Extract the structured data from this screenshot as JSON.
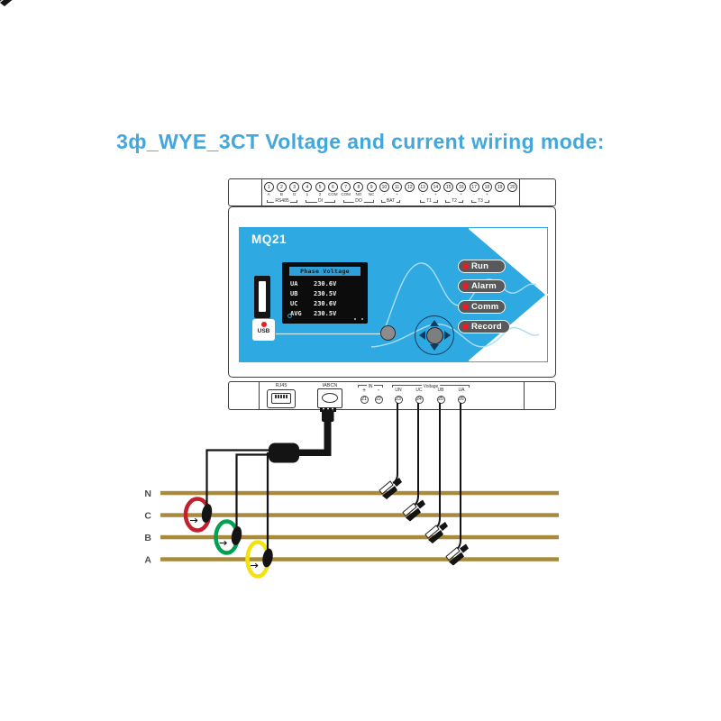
{
  "title": "3ф_WYE_3CT Voltage and current wiring mode:",
  "device": {
    "model": "MQ21",
    "top_strip": {
      "terminals": [
        {
          "n": "1",
          "pin": "A"
        },
        {
          "n": "2",
          "pin": "B"
        },
        {
          "n": "3",
          "pin": "G"
        },
        {
          "n": "4",
          "pin": "1"
        },
        {
          "n": "5",
          "pin": "2"
        },
        {
          "n": "6",
          "pin": "COM"
        },
        {
          "n": "7",
          "pin": "COM"
        },
        {
          "n": "8",
          "pin": "NO"
        },
        {
          "n": "9",
          "pin": "NC"
        },
        {
          "n": "10",
          "pin": "-"
        },
        {
          "n": "11",
          "pin": "+"
        },
        {
          "n": "12",
          "pin": ""
        },
        {
          "n": "13",
          "pin": "-"
        },
        {
          "n": "14",
          "pin": "+"
        },
        {
          "n": "15",
          "pin": "-"
        },
        {
          "n": "16",
          "pin": "+"
        },
        {
          "n": "17",
          "pin": "-"
        },
        {
          "n": "18",
          "pin": "+"
        },
        {
          "n": "19",
          "pin": ""
        },
        {
          "n": "20",
          "pin": ""
        }
      ],
      "groups": [
        {
          "label": "RS485"
        },
        {
          "label": "DI"
        },
        {
          "label": "DO"
        },
        {
          "label": "BAT"
        },
        {
          "label": "T1"
        },
        {
          "label": "T2"
        },
        {
          "label": "T3"
        }
      ]
    },
    "screen": {
      "title": "Phase Voltage",
      "rows": [
        {
          "label": "UA",
          "value": "230.6V"
        },
        {
          "label": "UB",
          "value": "230.5V"
        },
        {
          "label": "UC",
          "value": "230.6V"
        },
        {
          "label": "AVG",
          "value": "230.5V"
        }
      ]
    },
    "indicators": [
      {
        "label": "Run"
      },
      {
        "label": "Alarm"
      },
      {
        "label": "Comm"
      },
      {
        "label": "Record"
      }
    ],
    "usb_label": "USB",
    "bottom_strip": {
      "rj45_label": "RJ45",
      "aux_label": "IABCN",
      "in_group": {
        "label": "IN",
        "pins": [
          {
            "pin": "+",
            "n": "21"
          },
          {
            "pin": "-",
            "n": "22"
          }
        ]
      },
      "voltage_group": {
        "label": "Voltage",
        "pins": [
          {
            "pin": "UN",
            "n": "23"
          },
          {
            "pin": "UC",
            "n": "24"
          },
          {
            "pin": "UB",
            "n": "25"
          },
          {
            "pin": "UA",
            "n": "26"
          }
        ]
      }
    }
  },
  "wiring": {
    "buses": [
      {
        "label": "N"
      },
      {
        "label": "C"
      },
      {
        "label": "B"
      },
      {
        "label": "A"
      }
    ],
    "ct_clamps": [
      {
        "phase": "C",
        "ring_color": "#c2202c"
      },
      {
        "phase": "B",
        "ring_color": "#00a14f"
      },
      {
        "phase": "A",
        "ring_color": "#f2e30e"
      }
    ]
  },
  "colors": {
    "title_text": "#43a7db",
    "panel_blue": "#2fa9e2",
    "wave_blue": "#a8ddf4",
    "led_red": "#e61e25",
    "button_gray": "#58595b",
    "bus_bar": "#a98a3c",
    "screen_header": "#2e9fd8"
  }
}
